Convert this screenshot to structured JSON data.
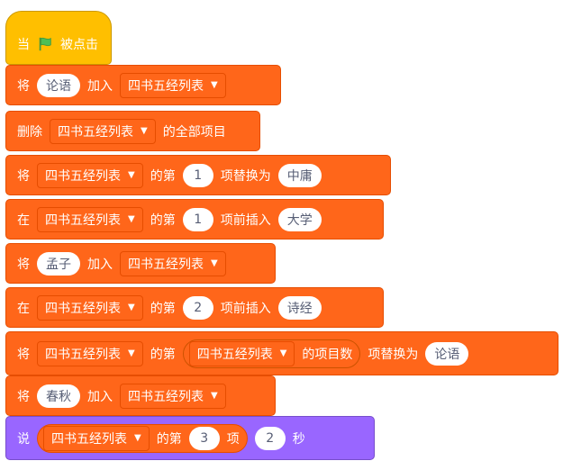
{
  "colors": {
    "looks": "#9966ff",
    "lists": "#ff661a",
    "events": "#ffbf00",
    "lists_border": "#e64d00",
    "looks_border": "#774dcb",
    "events_border": "#cc9900",
    "input_text": "#575e75"
  },
  "icons": {
    "flag": "green-flag-icon",
    "dropdown": "dropdown-caret-icon"
  },
  "list_name": "四书五经列表",
  "blocks": {
    "hat": {
      "pre": "当",
      "post": "被点击"
    },
    "b1": {
      "kw1": "将",
      "item": "论语",
      "kw2": "加入"
    },
    "b2": {
      "kw1": "删除",
      "kw2": "的全部项目"
    },
    "b3": {
      "kw1": "将",
      "kw2": "的第",
      "index": "1",
      "kw3": "项替换为",
      "item": "中庸"
    },
    "b4": {
      "kw1": "在",
      "kw2": "的第",
      "index": "1",
      "kw3": "项前插入",
      "item": "大学"
    },
    "b5": {
      "kw1": "将",
      "item": "孟子",
      "kw2": "加入"
    },
    "b6": {
      "kw1": "在",
      "kw2": "的第",
      "index": "2",
      "kw3": "项前插入",
      "item": "诗经"
    },
    "b7": {
      "kw1": "将",
      "kw2": "的第",
      "inner": "的项目数",
      "kw3": "项替换为",
      "item": "论语"
    },
    "b8": {
      "kw1": "将",
      "item": "春秋",
      "kw2": "加入"
    },
    "say": {
      "kw1": "说",
      "kw2": "的第",
      "index": "3",
      "kw3": "项",
      "secs": "2",
      "kw4": "秒"
    }
  }
}
